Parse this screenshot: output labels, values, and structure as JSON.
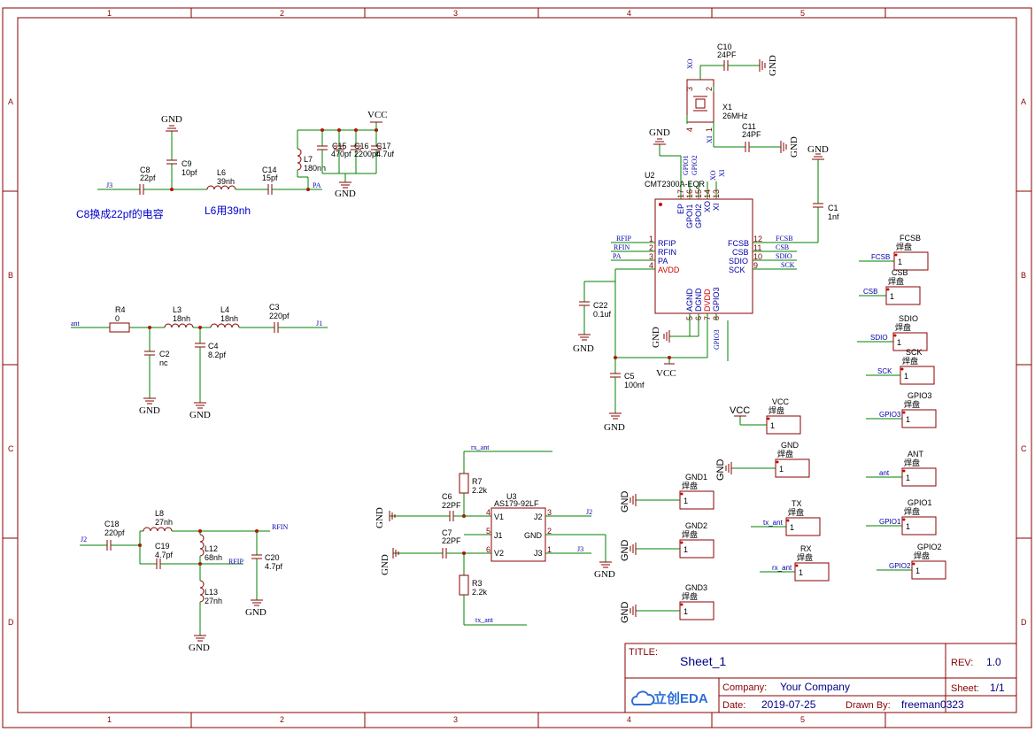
{
  "frame": {
    "columns": [
      "1",
      "2",
      "3",
      "4",
      "5"
    ],
    "rows": [
      "A",
      "B",
      "C",
      "D"
    ]
  },
  "notes": {
    "c8_note": "C8换成22pf的电容",
    "l6_note": "L6用39nh"
  },
  "power": {
    "gnd": "GND",
    "vcc": "VCC"
  },
  "components": {
    "C9": {
      "ref": "C9",
      "val": "10pf"
    },
    "C8": {
      "ref": "C8",
      "val": "22pf"
    },
    "L6": {
      "ref": "L6",
      "val": "39nh"
    },
    "C14": {
      "ref": "C14",
      "val": "15pf"
    },
    "L7": {
      "ref": "L7",
      "val": "180nh"
    },
    "C15": {
      "ref": "C15",
      "val": "470pf"
    },
    "C16": {
      "ref": "C16",
      "val": "2200pf"
    },
    "C17": {
      "ref": "C17",
      "val": "4.7uf"
    },
    "R4": {
      "ref": "R4",
      "val": "0"
    },
    "L3": {
      "ref": "L3",
      "val": "18nh"
    },
    "L4": {
      "ref": "L4",
      "val": "18nh"
    },
    "C3": {
      "ref": "C3",
      "val": "220pf"
    },
    "C2": {
      "ref": "C2",
      "val": "nc"
    },
    "C4": {
      "ref": "C4",
      "val": "8.2pf"
    },
    "C18": {
      "ref": "C18",
      "val": "220pf"
    },
    "L8": {
      "ref": "L8",
      "val": "27nh"
    },
    "C19": {
      "ref": "C19",
      "val": "4.7pf"
    },
    "L12": {
      "ref": "L12",
      "val": "68nh"
    },
    "L13": {
      "ref": "L13",
      "val": "27nh"
    },
    "C20": {
      "ref": "C20",
      "val": "4.7pf"
    },
    "C10": {
      "ref": "C10",
      "val": "24PF"
    },
    "X1": {
      "ref": "X1",
      "val": "26MHz"
    },
    "C11": {
      "ref": "C11",
      "val": "24PF"
    },
    "C1": {
      "ref": "C1",
      "val": "1nf"
    },
    "C22": {
      "ref": "C22",
      "val": "0.1uf"
    },
    "C5": {
      "ref": "C5",
      "val": "100nf"
    },
    "U2": {
      "ref": "U2",
      "val": "CMT2300A-EQR"
    },
    "R7": {
      "ref": "R7",
      "val": "2.2k"
    },
    "C6": {
      "ref": "C6",
      "val": "22PF"
    },
    "C7": {
      "ref": "C7",
      "val": "22PF"
    },
    "R3": {
      "ref": "R3",
      "val": "2.2k"
    },
    "U3": {
      "ref": "U3",
      "val": "AS179-92LF"
    }
  },
  "nets": {
    "J3": "J3",
    "PA": "PA",
    "ant": "ant",
    "J1": "J1",
    "J2": "J2",
    "RFIN": "RFIN",
    "RFIP": "RFIP",
    "XO": "XO",
    "XI": "XI",
    "FCSB": "FCSB",
    "CSB": "CSB",
    "SDIO": "SDIO",
    "SCK": "SCK",
    "GPIO3": "GPIO3",
    "rx_ant": "rx_ant",
    "tx_ant": "tx_ant",
    "GPIO1": "GPIO1",
    "GPIO2": "GPIO2"
  },
  "u2_pins": {
    "left": [
      {
        "num": "1",
        "name": "RFIP"
      },
      {
        "num": "2",
        "name": "RFIN"
      },
      {
        "num": "3",
        "name": "PA"
      },
      {
        "num": "4",
        "name": "AVDD"
      }
    ],
    "right": [
      {
        "num": "12",
        "name": "FCSB"
      },
      {
        "num": "11",
        "name": "CSB"
      },
      {
        "num": "10",
        "name": "SDIO"
      },
      {
        "num": "9",
        "name": "SCK"
      }
    ],
    "top": [
      {
        "num": "17",
        "name": "EP"
      },
      {
        "num": "16",
        "name": "GPOI1"
      },
      {
        "num": "15",
        "name": "GPOI2"
      },
      {
        "num": "14",
        "name": "XO"
      },
      {
        "num": "13",
        "name": "XI"
      }
    ],
    "bottom": [
      {
        "num": "5",
        "name": "AGND"
      },
      {
        "num": "6",
        "name": "DGND"
      },
      {
        "num": "7",
        "name": "DVDD"
      },
      {
        "num": "8",
        "name": "GPIO3"
      }
    ],
    "top_nets": [
      "GPIO1",
      "GPIO2",
      "XO",
      "XI"
    ]
  },
  "u3_pins": [
    {
      "num": "4",
      "name": "V1"
    },
    {
      "num": "5",
      "name": "J1"
    },
    {
      "num": "6",
      "name": "V2"
    },
    {
      "num": "3",
      "name": "J2"
    },
    {
      "num": "2",
      "name": "GND"
    },
    {
      "num": "1",
      "name": "J3"
    }
  ],
  "pads": {
    "sub": "焊盘",
    "items": [
      {
        "ref": "FCSB",
        "net": "FCSB"
      },
      {
        "ref": "CSB",
        "net": "CSB"
      },
      {
        "ref": "SDIO",
        "net": "SDIO"
      },
      {
        "ref": "SCK",
        "net": "SCK"
      },
      {
        "ref": "GPIO3",
        "net": "GPIO3"
      },
      {
        "ref": "ANT",
        "net": "ant"
      },
      {
        "ref": "GPIO1",
        "net": "GPIO1"
      },
      {
        "ref": "GPIO2",
        "net": "GPIO2"
      },
      {
        "ref": "VCC",
        "net": "VCC"
      },
      {
        "ref": "GND",
        "net": "GND"
      },
      {
        "ref": "GND1",
        "net": "GND"
      },
      {
        "ref": "GND2",
        "net": "GND"
      },
      {
        "ref": "GND3",
        "net": "GND"
      },
      {
        "ref": "TX",
        "net": "tx_ant"
      },
      {
        "ref": "RX",
        "net": "rx_ant"
      }
    ],
    "pin": "1"
  },
  "title_block": {
    "title_label": "TITLE:",
    "title": "Sheet_1",
    "rev_label": "REV:",
    "rev": "1.0",
    "company_label": "Company:",
    "company": "Your Company",
    "sheet_label": "Sheet:",
    "sheet": "1/1",
    "date_label": "Date:",
    "date": "2019-07-25",
    "drawn_label": "Drawn By:",
    "drawn": "freeman0323",
    "logo": "立创EDA"
  },
  "colors": {
    "frame": "#880000",
    "wire": "#008000",
    "net_label": "#0000aa",
    "note": "#0000cc",
    "pin_power": "#cc0000"
  }
}
